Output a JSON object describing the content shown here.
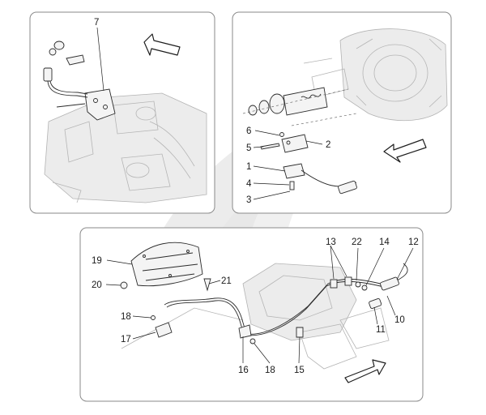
{
  "colors": {
    "panel_border": "#8a8a8a",
    "watermark": "#e6e6e6",
    "line": "#2b2b2b",
    "background": "#ffffff"
  },
  "panels": {
    "top_left": {
      "labels": [
        "7"
      ]
    },
    "top_right": {
      "labels": [
        "1",
        "2",
        "3",
        "4",
        "5",
        "6"
      ]
    },
    "bottom": {
      "labels": [
        "10",
        "11",
        "12",
        "13",
        "14",
        "15",
        "16",
        "17",
        "18",
        "18",
        "19",
        "20",
        "21",
        "22"
      ]
    }
  },
  "icons": {
    "direction_arrow": "arrow-icon",
    "watermark": "logo-watermark"
  }
}
